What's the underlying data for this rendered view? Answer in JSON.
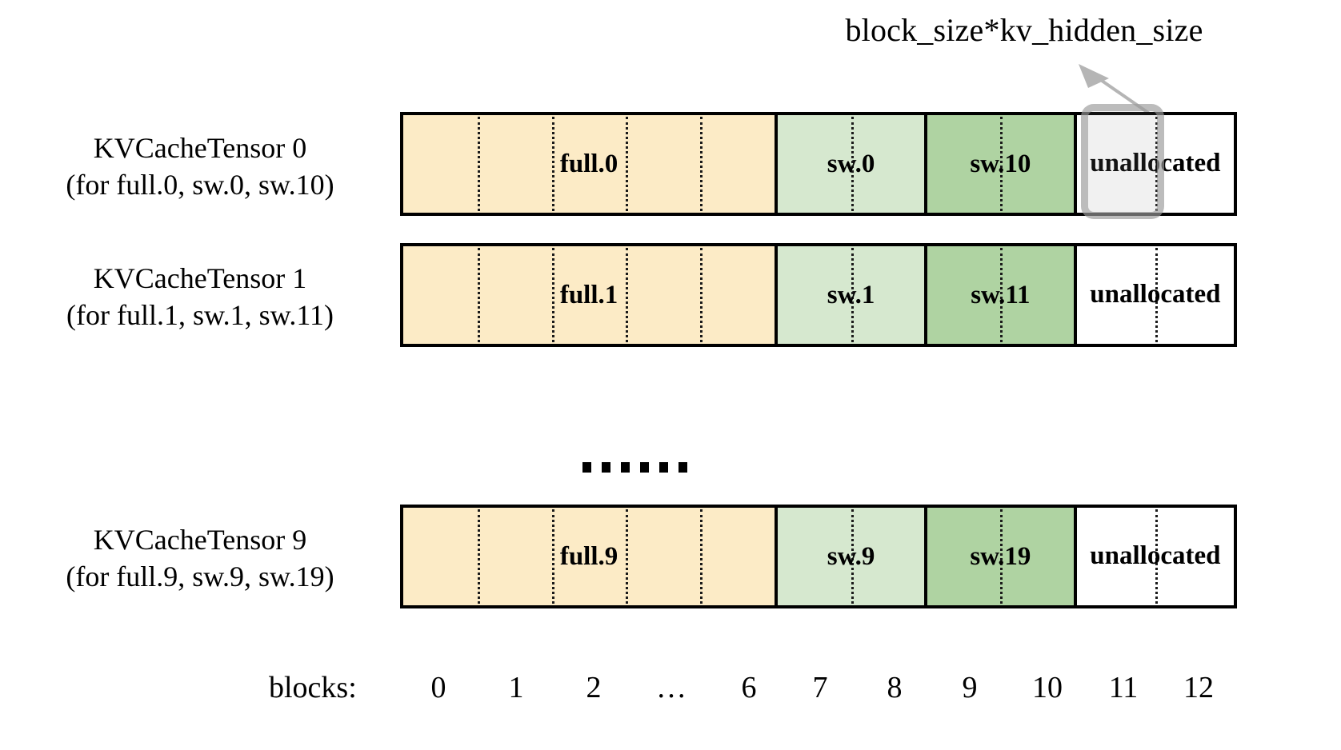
{
  "annotation": {
    "text": "block_size*kv_hidden_size",
    "arrow_icon": "arrow-up-right-icon",
    "highlight_target": "block 11 of KVCacheTensor 0"
  },
  "rows": [
    {
      "label_line1": "KVCacheTensor 0",
      "label_line2": "(for full.0, sw.0, sw.10)",
      "segments": [
        {
          "name": "full",
          "label": "full.0",
          "color": "#FCEBC6",
          "blocks": 7
        },
        {
          "name": "sw-light",
          "label": "sw.0",
          "color": "#D6E8CF",
          "blocks": 2
        },
        {
          "name": "sw-dark",
          "label": "sw.10",
          "color": "#AFD3A2",
          "blocks": 2
        },
        {
          "name": "unallocated",
          "label": "unallocated",
          "color": "#FFFFFF",
          "blocks": 2
        }
      ]
    },
    {
      "label_line1": "KVCacheTensor 1",
      "label_line2": "(for full.1, sw.1, sw.11)",
      "segments": [
        {
          "name": "full",
          "label": "full.1",
          "color": "#FCEBC6",
          "blocks": 7
        },
        {
          "name": "sw-light",
          "label": "sw.1",
          "color": "#D6E8CF",
          "blocks": 2
        },
        {
          "name": "sw-dark",
          "label": "sw.11",
          "color": "#AFD3A2",
          "blocks": 2
        },
        {
          "name": "unallocated",
          "label": "unallocated",
          "color": "#FFFFFF",
          "blocks": 2
        }
      ]
    },
    {
      "label_line1": "KVCacheTensor 9",
      "label_line2": "(for full.9, sw.9, sw.19)",
      "segments": [
        {
          "name": "full",
          "label": "full.9",
          "color": "#FCEBC6",
          "blocks": 7
        },
        {
          "name": "sw-light",
          "label": "sw.9",
          "color": "#D6E8CF",
          "blocks": 2
        },
        {
          "name": "sw-dark",
          "label": "sw.19",
          "color": "#AFD3A2",
          "blocks": 2
        },
        {
          "name": "unallocated",
          "label": "unallocated",
          "color": "#FFFFFF",
          "blocks": 2
        }
      ]
    }
  ],
  "ellipsis": {
    "dot_count": 6,
    "meaning": "rows 2 through 8 omitted"
  },
  "axis": {
    "title": "blocks:",
    "ticks": [
      "0",
      "1",
      "2",
      "…",
      "6",
      "7",
      "8",
      "9",
      "10",
      "11",
      "12"
    ]
  }
}
